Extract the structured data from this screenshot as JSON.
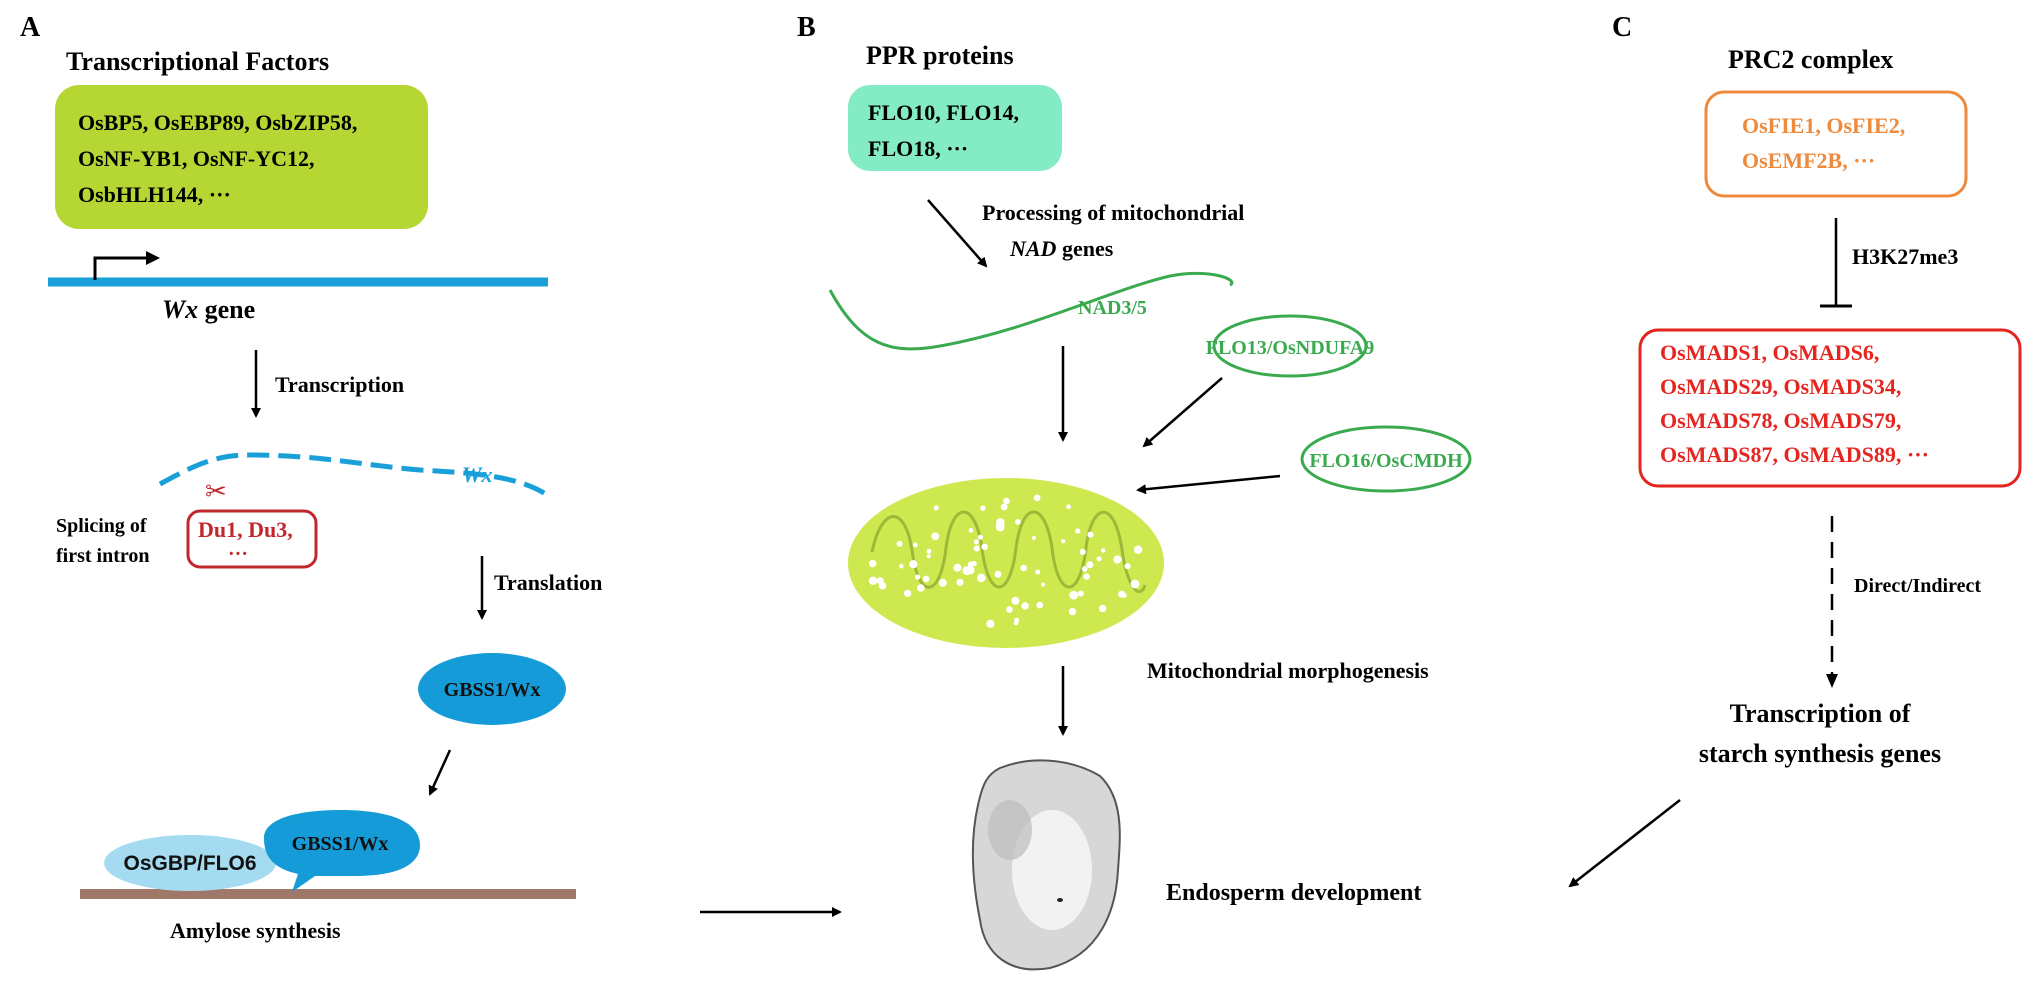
{
  "panel_a": {
    "letter": "A",
    "tf_title": "Transcriptional Factors",
    "tf_box": [
      "OsBP5, OsEBP89, OsbZIP58,",
      "OsNF-YB1, OsNF-YC12,",
      "OsbHLH144, ···"
    ],
    "gene_italic": "Wx",
    "gene_rest": " gene",
    "transcription": "Transcription",
    "mrna_label": "Wx",
    "splicing_line1": "Splicing of",
    "splicing_line2": "first intron",
    "du_box": [
      "Du1, Du3,",
      "···"
    ],
    "translation": "Translation",
    "gbss1": "GBSS1/Wx",
    "gbss1_bound": "GBSS1/Wx",
    "osgbp": "OsGBP/FLO6",
    "amylose": "Amylose synthesis"
  },
  "panel_b": {
    "letter": "B",
    "ppr_title": "PPR proteins",
    "flo_box": [
      "FLO10, FLO14,",
      "FLO18, ···"
    ],
    "processing_line1": "Processing of mitochondrial",
    "processing_italic": "NAD",
    "processing_rest": " genes",
    "nad": "NAD3/5",
    "flo13": "FLO13/OsNDUFA9",
    "flo16": "FLO16/OsCMDH",
    "mito_morph": "Mitochondrial morphogenesis",
    "endosperm": "Endosperm development"
  },
  "panel_c": {
    "letter": "C",
    "prc2_title": "PRC2 complex",
    "fie_box": [
      "OsFIE1, OsFIE2,",
      "OsEMF2B, ···"
    ],
    "h3k27": "H3K27me3",
    "mads_box": [
      "OsMADS1, OsMADS6,",
      "OsMADS29, OsMADS34,",
      "OsMADS78, OsMADS79,",
      "OsMADS87, OsMADS89, ···"
    ],
    "direct_indirect": "Direct/Indirect",
    "transcription_line1": "Transcription of",
    "transcription_line2": "starch synthesis genes"
  },
  "colors": {
    "lime": "#b5d633",
    "mint": "#84ecc4",
    "blue_line": "#1aa0d9",
    "dark_red": "#c0282e",
    "green": "#3aaa4f",
    "orange": "#ee8a3c",
    "red": "#e52520",
    "gbss_blue": "#159bd7",
    "osgbp_blue": "#a4dbf0",
    "brown_bar": "#a0786a",
    "mito_fill": "#cde94f"
  }
}
